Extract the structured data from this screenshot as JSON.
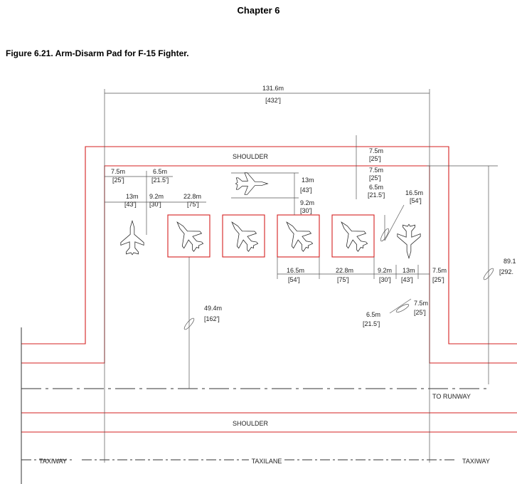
{
  "header": {
    "chapter": "Chapter 6",
    "figure_title": "Figure 6.21. Arm-Disarm Pad for F-15 Fighter."
  },
  "colors": {
    "pad_outline": "#d42020",
    "dimension_line": "#333333"
  },
  "labels": {
    "shoulder_top": "SHOULDER",
    "shoulder_bottom": "SHOULDER",
    "to_runway": "TO RUNWAY",
    "taxiway_left": "TAXIWAY",
    "taxilane": "TAXILANE",
    "taxiway_right": "TAXIWAY"
  },
  "dimensions": {
    "overall_width": {
      "metric": "131.6m",
      "imperial": "[432']"
    },
    "overall_depth": {
      "metric": "89.1",
      "imperial": "[292."
    },
    "top_shoulder_a": {
      "metric": "7.5m",
      "imperial": "[25']"
    },
    "top_shoulder_b": {
      "metric": "7.5m",
      "imperial": "[25']"
    },
    "top_right_offset": {
      "metric": "6.5m",
      "imperial": "[21.5']"
    },
    "top_left_edge": {
      "metric": "7.5m",
      "imperial": "[25']"
    },
    "top_left_offset": {
      "metric": "6.5m",
      "imperial": "[21.5']"
    },
    "aircraft_length_top": {
      "metric": "13m",
      "imperial": "[43']"
    },
    "pad_to_top_aircraft": {
      "metric": "9.2m",
      "imperial": "[30']"
    },
    "aircraft_width_left": {
      "metric": "13m",
      "imperial": "[43']"
    },
    "gap_left": {
      "metric": "9.2m",
      "imperial": "[30']"
    },
    "spacing_left": {
      "metric": "22.8m",
      "imperial": "[75']"
    },
    "diag_right": {
      "metric": "16.5m",
      "imperial": "[54']"
    },
    "bottom_a": {
      "metric": "16.5m",
      "imperial": "[54']"
    },
    "bottom_b": {
      "metric": "22.8m",
      "imperial": "[75']"
    },
    "bottom_c": {
      "metric": "9.2m",
      "imperial": "[30']"
    },
    "bottom_d": {
      "metric": "13m",
      "imperial": "[43']"
    },
    "bottom_e": {
      "metric": "7.5m",
      "imperial": "[25']"
    },
    "pad_to_taxilane": {
      "metric": "49.4m",
      "imperial": "[162']"
    },
    "lower_right_a": {
      "metric": "7.5m",
      "imperial": "[25']"
    },
    "lower_right_b": {
      "metric": "6.5m",
      "imperial": "[21.5']"
    }
  }
}
